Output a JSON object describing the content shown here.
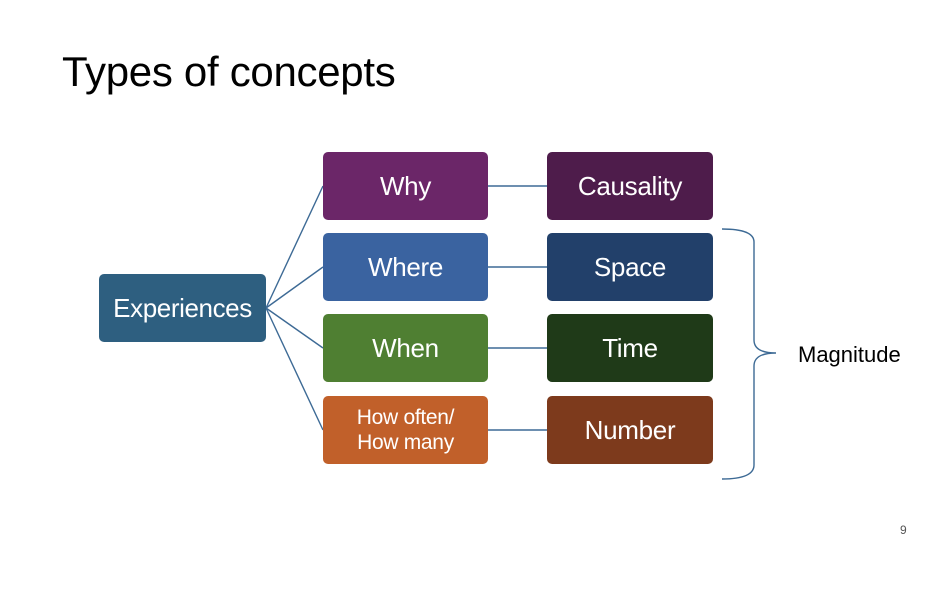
{
  "slide": {
    "title": "Types of concepts",
    "page_number": "9"
  },
  "diagram": {
    "root": {
      "label": "Experiences",
      "color": "#2e5f80"
    },
    "rows": [
      {
        "question": "Why",
        "concept": "Causality",
        "question_color": "#6b2668",
        "concept_color": "#4e1c4b"
      },
      {
        "question": "Where",
        "concept": "Space",
        "question_color": "#3a63a0",
        "concept_color": "#22406a"
      },
      {
        "question": "When",
        "concept": "Time",
        "question_color": "#4f7f32",
        "concept_color": "#1f3a18"
      },
      {
        "question": "How often/\nHow many",
        "concept": "Number",
        "question_color": "#c1602a",
        "concept_color": "#7d3a1c"
      }
    ],
    "bracket": {
      "label": "Magnitude",
      "color": "#3d6a95"
    },
    "connector_color": "#3d6a95"
  }
}
